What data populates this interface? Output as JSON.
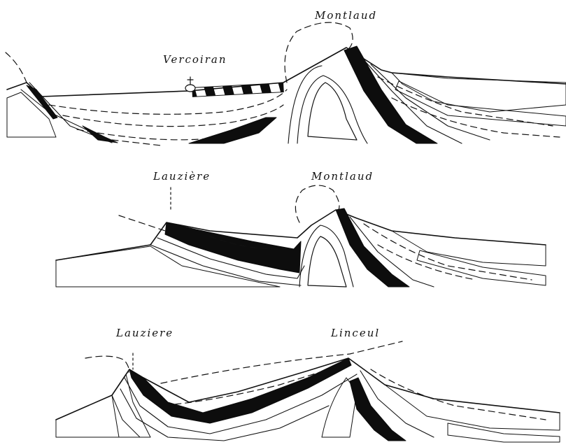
{
  "sections": [
    {
      "labels": [
        {
          "text": "Vercoiran"
        },
        {
          "text": "Montlaud"
        }
      ]
    },
    {
      "labels": [
        {
          "text": "Lauzière"
        },
        {
          "text": "Montlaud"
        }
      ]
    },
    {
      "labels": [
        {
          "text": "Lauziere"
        },
        {
          "text": "Linceul"
        }
      ]
    }
  ],
  "colors": {
    "ink": "#111111",
    "paper": "#ffffff"
  }
}
